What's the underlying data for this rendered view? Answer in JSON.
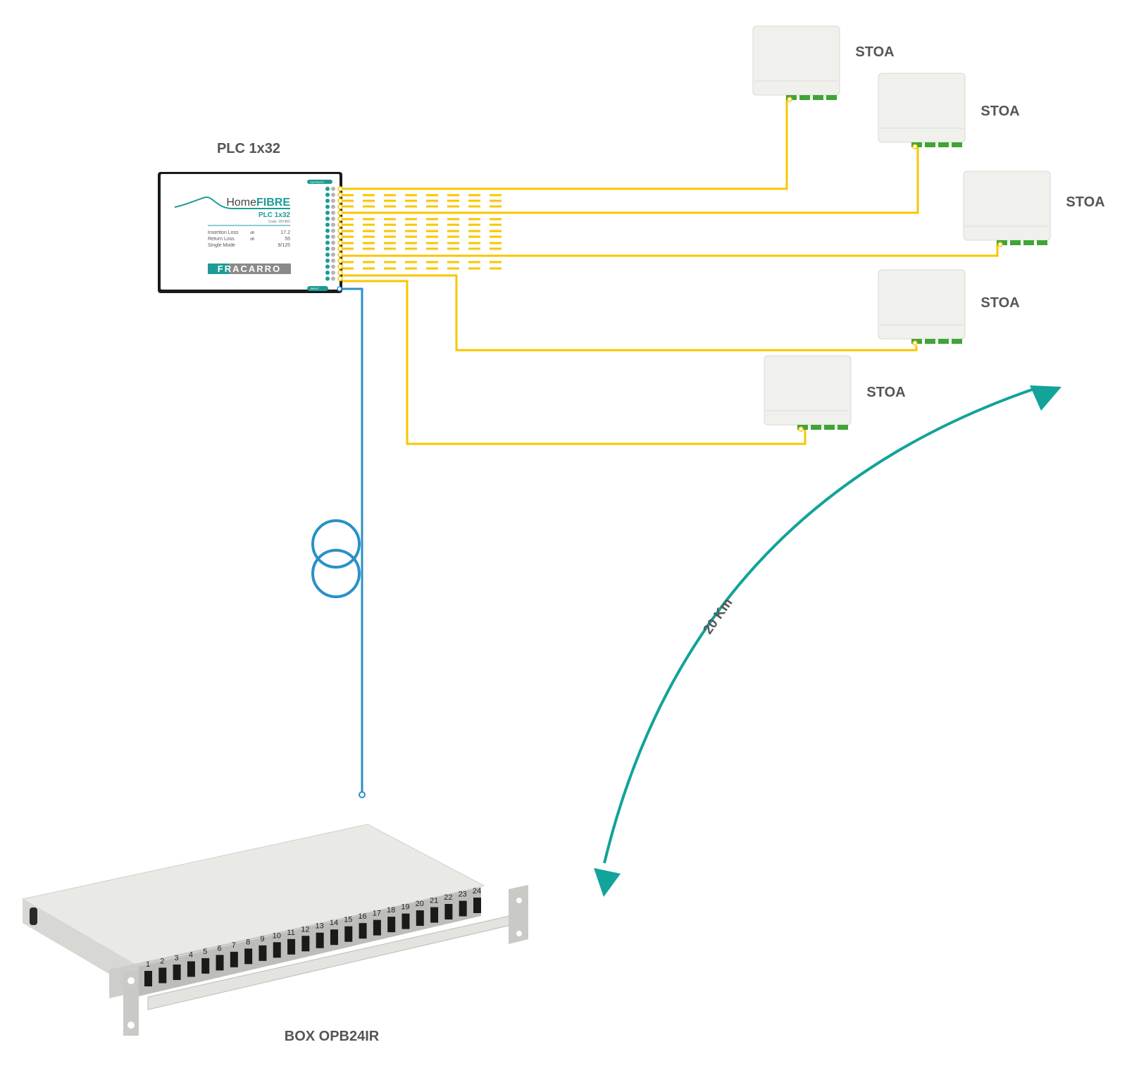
{
  "colors": {
    "drop_fiber": "#F8C600",
    "feeder_fiber": "#2B8FC8",
    "distance_arrow": "#12A39A",
    "label_text": "#555555",
    "brand_teal": "#1C9C95",
    "connector_green": "#3FA535"
  },
  "splitter": {
    "label": "PLC 1x32",
    "brand": "HomeFIBRE",
    "brand_prefix": "Home",
    "brand_suffix": "FIBRE",
    "model": "PLC 1x32",
    "code": "Code: 287400",
    "specs": [
      {
        "name": "Insertion Loss",
        "unit": "dB",
        "value": "17.2"
      },
      {
        "name": "Return Loss",
        "unit": "dB",
        "value": "55"
      },
      {
        "name": "Single Mode",
        "unit": "",
        "value": "9/125"
      }
    ],
    "manufacturer": "FRACARRO",
    "outputs_label": "OUTPUTS",
    "input_label": "INPUT",
    "visible_output_ports": 16
  },
  "termination_boxes": [
    {
      "label": "STOA"
    },
    {
      "label": "STOA"
    },
    {
      "label": "STOA"
    },
    {
      "label": "STOA"
    },
    {
      "label": "STOA"
    }
  ],
  "patch_panel": {
    "label": "BOX OPB24IR",
    "ports": [
      "1",
      "2",
      "3",
      "4",
      "5",
      "6",
      "7",
      "8",
      "9",
      "10",
      "11",
      "12",
      "13",
      "14",
      "15",
      "16",
      "17",
      "18",
      "19",
      "20",
      "21",
      "22",
      "23",
      "24"
    ]
  },
  "distance": {
    "label": "20 Km"
  },
  "feeder_coil_icon": "fiber-coil-icon"
}
